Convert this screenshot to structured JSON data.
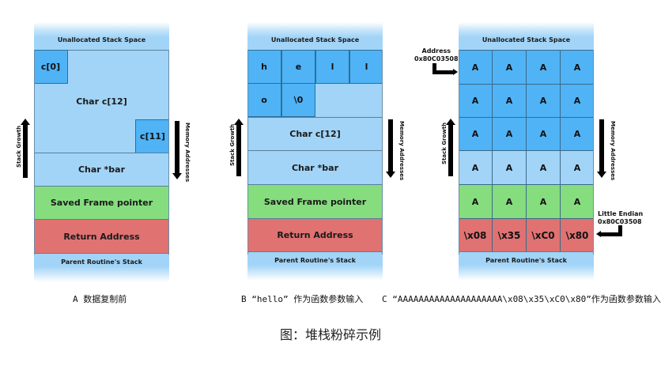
{
  "panels": {
    "a": {
      "unallocated": "Unallocated Stack Space",
      "c0": "c[0]",
      "char_array": "Char c[12]",
      "c11": "c[11]",
      "char_ptr": "Char *bar",
      "saved_fp": "Saved Frame pointer",
      "return_address": "Return Address",
      "parent_stack": "Parent Routine's Stack",
      "stack_growth": "Stack Growth",
      "memory_addresses": "Memory Addresses",
      "caption": "A 数据复制前"
    },
    "b": {
      "unallocated": "Unallocated Stack Space",
      "hello_cells": [
        "h",
        "e",
        "l",
        "l",
        "o",
        "\\0"
      ],
      "char_array": "Char c[12]",
      "char_ptr": "Char *bar",
      "saved_fp": "Saved Frame pointer",
      "return_address": "Return Address",
      "parent_stack": "Parent Routine's Stack",
      "stack_growth": "Stack Growth",
      "memory_addresses": "Memory Addresses",
      "caption": "B “hello” 作为函数参数输入"
    },
    "c": {
      "unallocated": "Unallocated Stack Space",
      "rows": [
        [
          "A",
          "A",
          "A",
          "A"
        ],
        [
          "A",
          "A",
          "A",
          "A"
        ],
        [
          "A",
          "A",
          "A",
          "A"
        ],
        [
          "A",
          "A",
          "A",
          "A"
        ],
        [
          "A",
          "A",
          "A",
          "A"
        ],
        [
          "\\x08",
          "\\x35",
          "\\xC0",
          "\\x80"
        ]
      ],
      "parent_stack": "Parent Routine's Stack",
      "stack_growth": "Stack Growth",
      "memory_addresses": "Memory Addresses",
      "address_label": "Address",
      "address_value": "0x80C03508",
      "endian_label": "Little Endian",
      "endian_value": "0x80C03508",
      "caption": "C “AAAAAAAAAAAAAAAAAAAA\\x08\\x35\\xC0\\x80”作为函数参数输入"
    }
  },
  "figure_caption": "图：堆栈粉碎示例",
  "colors": {
    "light_blue": "#a2d4f7",
    "dark_blue": "#4fb3f6",
    "green": "#86dd7e",
    "red": "#e07272"
  }
}
